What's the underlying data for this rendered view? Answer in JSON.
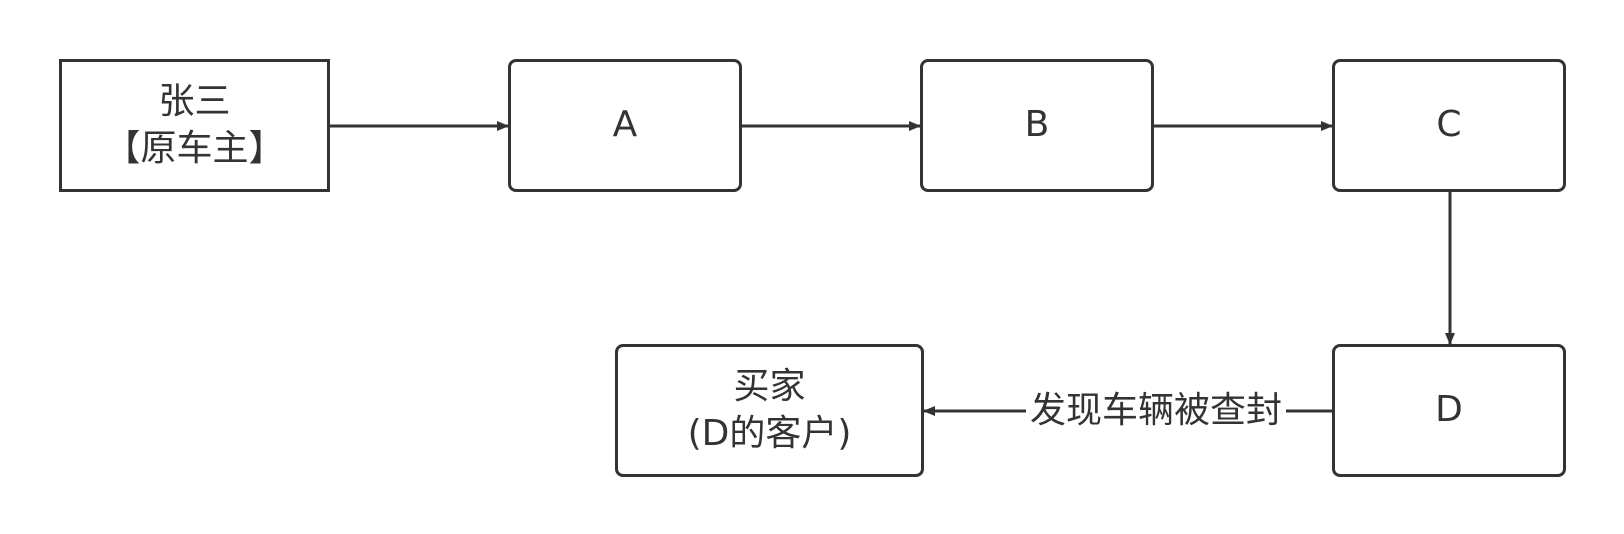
{
  "nodes": {
    "owner": {
      "line1": "张三",
      "line2": "【原车主】"
    },
    "a": {
      "label": "A"
    },
    "b": {
      "label": "B"
    },
    "c": {
      "label": "C"
    },
    "d": {
      "label": "D"
    },
    "buyer": {
      "line1": "买家",
      "line2": "(D的客户)"
    }
  },
  "edges": {
    "d_to_buyer": {
      "label": "发现车辆被查封"
    }
  },
  "colors": {
    "stroke": "#333333",
    "background": "#ffffff"
  }
}
